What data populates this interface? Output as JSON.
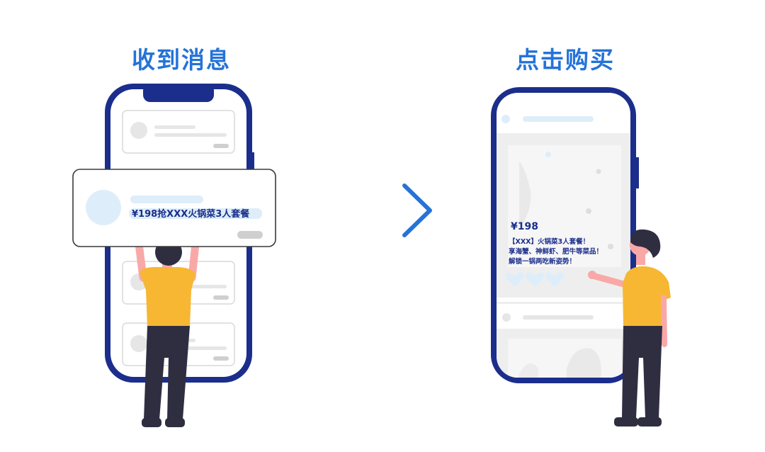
{
  "steps": [
    {
      "title": "收到消息"
    },
    {
      "title": "点击购买"
    }
  ],
  "notification": {
    "text": "¥198抢XXX火锅菜3人套餐"
  },
  "product": {
    "price": "¥198",
    "lines": [
      "【XXX】火锅菜3人套餐！",
      "享海蟹、神鲜虾、肥牛等菜品！",
      "解锁一锅两吃新姿势！"
    ]
  },
  "icons": [
    "phone-icon",
    "arrow-right-icon",
    "heart-icon",
    "person-illustration"
  ],
  "colors": {
    "accent": "#2473d8",
    "phone_frame": "#1b2e8c",
    "shirt": "#f7b733",
    "pants": "#2f2e41",
    "skin": "#f9a8a8",
    "placeholder": "#e6e6e6",
    "light_blue": "#ddeefa"
  }
}
